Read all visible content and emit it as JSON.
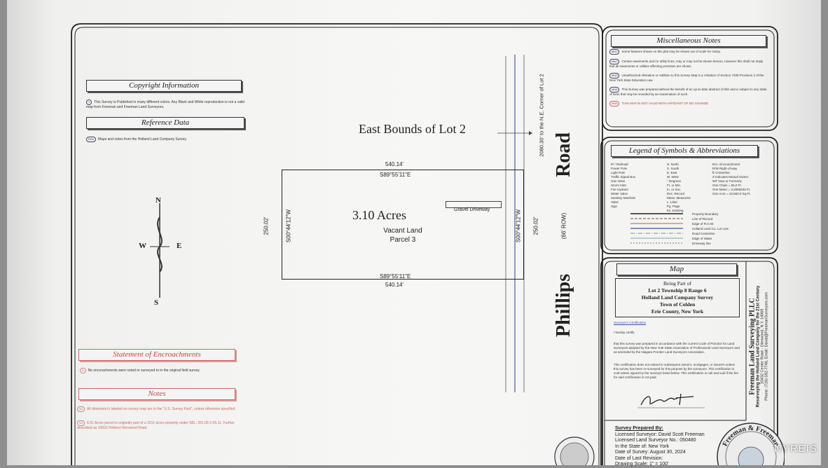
{
  "copyright": {
    "title": "Copyright Information",
    "badge": "1",
    "text": "This Survey is Published in many different colors. Any Black and White reproduction is not a valid map from Freeman and Freeman Land Surveyors."
  },
  "reference": {
    "title": "Reference Data",
    "badge": "RD1",
    "text": "Maps and notes from the Holland Land Company Survey."
  },
  "encroachments": {
    "title": "Statement of Encroachments",
    "badge": "A",
    "text": "No encroachments were noted or surveyed to in the original field survey."
  },
  "notes": {
    "title": "Notes",
    "items": [
      {
        "badge": "N1",
        "text": "All dimension's labeled on survey map are in the \"U.S. Survey Foot\", unless otherwise specified."
      },
      {
        "badge": "N2",
        "text": "6.51 Acres parcel is originally part of a 151± acres property under SBL: 261.00-2-26.11. Further described as 10601 Holland Glenwood Road."
      }
    ]
  },
  "compass": {
    "n": "N",
    "e": "E",
    "w": "W",
    "s": "S"
  },
  "plot": {
    "east_bounds_label": "East Bounds of Lot 2",
    "ne_corner_label": "2080.30' to the N.E. Corner of Lot 2",
    "top_distance": "540.14'",
    "top_bearing": "S89°55'11\"E",
    "bottom_distance": "540.14'",
    "bottom_bearing": "S89°55'11\"E",
    "left_distance": "250.02'",
    "left_bearing": "S00°44'12\"W",
    "right_distance": "250.02'",
    "right_bearing": "S00°44'12\"W",
    "acres": "3.10 Acres",
    "land_type": "Vacant Land",
    "parcel": "Parcel 3",
    "driveway": "Gravel Driveway",
    "road_name_1": "Phillips",
    "road_name_2": "Road",
    "row": "(66' ROW)"
  },
  "misc_notes": {
    "title": "Miscellaneous Notes",
    "items": [
      {
        "badge": "MN1",
        "text": "Some features shown on this plat may be shown out of scale for clarity.",
        "red": false
      },
      {
        "badge": "MN2",
        "text": "Certain easements and /or utility lines, may or may not be shown hereon, however this shall not imply that all easements or utilities affecting premises are shown.",
        "red": false
      },
      {
        "badge": "MN3",
        "text": "Unauthorized Alteration or Addition to this Survey Map is a Violation of Section 7209 Provision 2 of the New York State Education Law.",
        "red": false
      },
      {
        "badge": "MN4",
        "text": "This Survey was prepared without the benefit of an up-to-date abstract of title and is subject to any state of facts that may be revealed by an examination of such.",
        "red": false
      },
      {
        "badge": "MN5",
        "text": "THIS MAP IS NOT VALID WITH AFFIDAVIT OF NO CHANGE",
        "red": true
      }
    ]
  },
  "legend": {
    "title": "Legend of Symbols & Abbreviations",
    "col1": [
      "IP / Railroad",
      "Power Pole",
      "Light Pole",
      "Traffic Signal Box",
      "Gas Valve",
      "Storm Inlet",
      "Fire Hydrant",
      "Water Valve",
      "Sanitary Manhole",
      "Valve",
      "Sign"
    ],
    "col2": [
      "N. North",
      "S. South",
      "E. East",
      "W. West",
      "° Degrees",
      "Ft. or Min.",
      "In. or Sec.",
      "Rec. Record",
      "Meas. Measured",
      "L. Liber",
      "Pg. Page",
      "Ex. Existing"
    ],
    "col3": [
      "Enc. Encroachment",
      "R/W Right-of-way",
      "℄ Centerline",
      "Z Indicates Mutual Owner",
      "N/F Now or Formerly",
      "One Chain = 66.0 Ft.",
      "One Meter = 3.2808333 Ft.",
      "One Acre = 43,560.0 Sq.Ft."
    ],
    "lines": [
      "Property Boundary",
      "Line of Record",
      "Edge of R.O.W.",
      "Holland Land Co. Lot Line",
      "Road Centerline",
      "Edge of Water",
      "Driveway line"
    ]
  },
  "map": {
    "title": "Map",
    "lines": [
      "Being Part of",
      "Lot 2 Township 8 Range 6",
      "Holland Land Company Survey",
      "Town of Colden",
      "Erie County, New York"
    ]
  },
  "certification": {
    "heading": "Surveyor's Certification",
    "line1": "I hereby certify",
    "p1": "that this survey was prepared in accordance with the current Code of Practice for Land Surveyors adopted by the New York State Association of Professional Land Surveyors and as amended by the Niagara Frontier Land Surveyors Association.",
    "p2": "This certification does not extend to subsequent owners, mortgages, or insurers unless this survey has been re-surveyed for this purpose by the surveyors. This certification is void unless signed by the surveyor listed below. This certification is null and void if the fee for said certification is not paid."
  },
  "company": {
    "name": "Freeman Land Surveying PLLC",
    "tagline": "Resurveying the Holland Land Company for the 21st Century",
    "address": "10432 Center Road - Glenwood, N.Y. 14069",
    "contact": "Phone: (716) 592-7746, Email: David@FreemanSurveyors.com"
  },
  "prepared": {
    "heading": "Survey Prepared By:",
    "lines": [
      "Licensed Surveyor: David Scott Freeman",
      "Licensed Land Surveyor No.: 050480",
      "In the State of: New York",
      "Date of Survey: August 30, 2024",
      "Date of Last Revision:",
      "Drawing Scale: 1\" = 100'"
    ]
  },
  "seal_text": "Freeman & Freeman",
  "watermark": "NYREIS"
}
